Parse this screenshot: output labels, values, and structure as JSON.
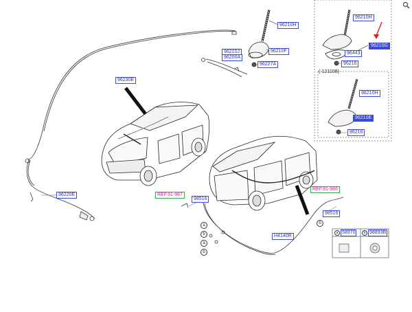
{
  "parts": {
    "p96210H_top": "96210H",
    "p96210F": "96210F",
    "p96210J": "96210J",
    "p96200A": "96200A",
    "p96227A": "96227A",
    "p96230E": "96230E",
    "p96220E": "96220E",
    "p98516_left": "98516",
    "p98516_right": "98516",
    "pH4140R": "H4140R",
    "p96210H_inset": "96210H",
    "p96443": "96443",
    "p96216_inset": "96216",
    "p96210H_inset2": "96210H",
    "p96216_inset2": "96216",
    "p96210G_hl": "96210G",
    "p96210E_hl": "96210E"
  },
  "refs": {
    "left": "REF.91-987",
    "right": "REF.91-986"
  },
  "inset_note": "(-121108)",
  "circle_labels": {
    "a": "a",
    "b": "b"
  },
  "legend": {
    "a_key": "a",
    "a_part": "58970",
    "b_key": "b",
    "b_part": "98893B"
  },
  "icons": {
    "zoom": "magnifier-icon",
    "arrow": "red-pointer-arrow"
  },
  "colors": {
    "label_border": "#3d4ccf",
    "label_text": "#2a33a8",
    "highlight_fill": "#3b4bd6",
    "ref_border": "#2fa84a",
    "ref_text": "#c0269b",
    "arrow": "#e02020"
  }
}
